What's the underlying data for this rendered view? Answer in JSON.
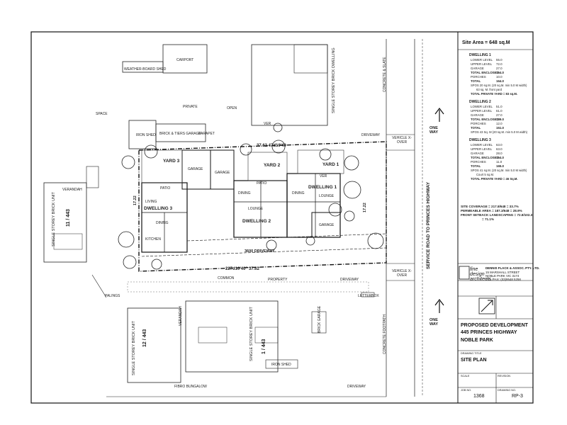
{
  "site_area": "Site Area = 648 sq.M",
  "dwellings": [
    {
      "title": "DWELLING 1",
      "rows": [
        {
          "k": "LOWER LEVEL",
          "v": "55.0"
        },
        {
          "k": "UPPER LEVEL",
          "v": "72.0"
        },
        {
          "k": "GARAGE",
          "v": "27.0"
        },
        {
          "k": "TOTAL ENCLOSED",
          "v": "154.0"
        },
        {
          "k": "PORCHES",
          "v": "10.0"
        },
        {
          "k": "TOTAL",
          "v": "164.0"
        }
      ],
      "spos": "SPOS 20 sq.M. (20 sq.M. min 5.0 M width)",
      "spos2": "63 sq. M. front yard",
      "private": "TOTAL PRIVATE YARD = 83 sq.M."
    },
    {
      "title": "DWELLING 2",
      "rows": [
        {
          "k": "LOWER LEVEL",
          "v": "51.0"
        },
        {
          "k": "UPPER LEVEL",
          "v": "61.0"
        },
        {
          "k": "GARAGE",
          "v": "27.0"
        },
        {
          "k": "TOTAL ENCLOSED",
          "v": "139.0"
        },
        {
          "k": "PORCHES",
          "v": "12.0"
        },
        {
          "k": "TOTAL",
          "v": "151.0"
        }
      ],
      "spos": "SPOS 43 Sq. M (20 sq.M. min 5.0 M width)",
      "spos2": "",
      "private": ""
    },
    {
      "title": "DWELLING 3",
      "rows": [
        {
          "k": "LOWER LEVEL",
          "v": "63.0"
        },
        {
          "k": "UPPER LEVEL",
          "v": "63.0"
        },
        {
          "k": "GARAGE",
          "v": "28.0"
        },
        {
          "k": "TOTAL ENCLOSED",
          "v": "154.0"
        },
        {
          "k": "PORCHES",
          "v": "11.0"
        },
        {
          "k": "TOTAL",
          "v": "165.0"
        }
      ],
      "spos": "SPOS 41 sq.M. (20 sq.M. min 5.0 M width)",
      "spos2": "Court 5 sq.M.",
      "private": "TOTAL PRIVATE YARD = 46 Sq.M."
    }
  ],
  "coverage": [
    "SITE COVERAGE = 217.8/648 = 33.7%",
    "PERMEABLE AREA = 187.3/648 = 28.9%",
    "FRONT SETBACK LANDSCAPING = 72.8/102.3",
    "= 71.1%"
  ],
  "architect": {
    "name": "fine design architects",
    "firm": "DENNIS FLACK & ASSOC. PTY. LTD.",
    "address1": "15 MARSHALL STREET",
    "address2": "NOBLE PARK VIC 3174",
    "phone": "TEL./FAX: (03)9548 5258"
  },
  "title_block": {
    "project": "PROPOSED DEVELOPMENT",
    "address": "445 PRINCES HIGHWAY",
    "suburb": "NOBLE PARK",
    "drawing_title_label": "DRAWING TITLE",
    "drawing_title": "SITE PLAN",
    "job_no_label": "JOB NO.",
    "job_no": "1368",
    "drawing_no_label": "DRAWING NO.",
    "drawing_no": "RP-3",
    "revision_label": "REVISION",
    "scale_label": "SCALE"
  },
  "labels": {
    "dwelling1": "DWELLING 1",
    "dwelling2": "DWELLING 2",
    "dwelling3": "DWELLING 3",
    "yard1": "YARD 1",
    "yard2": "YARD 2",
    "yard3": "YARD 3",
    "garage": "GARAGE",
    "patio": "PATIO",
    "living": "LIVING",
    "lounge": "LOUNGE",
    "dining": "DINING",
    "kitchen": "KITCHEN",
    "ver": "VER",
    "driveway_common": "3600 DRIVEWAY",
    "common": "COMMON",
    "property": "PROPERTY",
    "driveway": "DRIVEWAY",
    "carport": "CARPORT",
    "weatherboard": "WEATHER-BOARD SHED",
    "iron_shed": "IRON SHED",
    "brick_garage": "BRICK & TIERS GARAGE",
    "single_storey_dwelling": "SINGLE STOREY BRICK DWELLING",
    "single_storey_unit_top": "SINGLE STOREY BRICK UNIT",
    "unit_top": "11 / 443",
    "unit_bottom_left": "12 / 443",
    "unit_bottom_mid": "1 / 443",
    "single_storey_unit_bl": "SINGLE STOREY BRICK UNIT",
    "single_storey_unit_bm": "SINGLE STOREY BRICK UNIT",
    "service_road": "SERVICE ROAD TO PRINCES HIGHWAY",
    "one_way_top": "ONE WAY",
    "one_way_bottom": "ONE WAY",
    "vehicle_xover_top": "VEHICLE X-OVER",
    "vehicle_xover_bottom": "VEHICLE X-OVER",
    "letterbox": "LETTERBOX",
    "fibro_bungalow": "FIBRO BUNGALOW",
    "iron_shed_bottom": "IRON SHED",
    "dim_top": "37.62  47d10'40",
    "dim_bottom": "227d10'40\"  37.62",
    "dim_left": "17.22",
    "dim_right": "17.22",
    "verandah": "VERANDAH",
    "palings": "PALINGS",
    "parapet": "PARAPET",
    "private": "PRIVATE",
    "open": "OPEN",
    "space": "SPACE",
    "concrete_slate": "CONCRETE & SLATE",
    "brick_garage_bottom": "BRICK GARAGE",
    "concrete_foot": "CONCRETE FOOTPATH"
  }
}
